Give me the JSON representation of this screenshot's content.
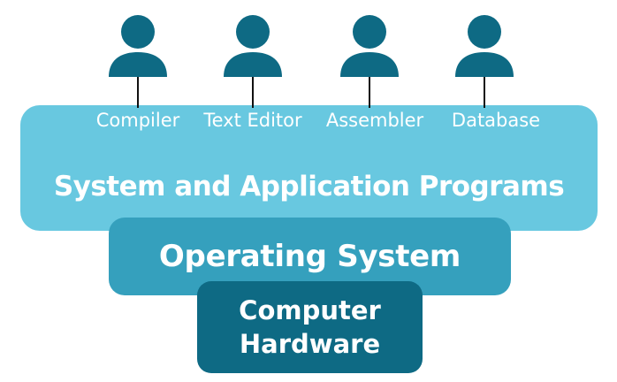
{
  "users": [
    {
      "label": "Compiler"
    },
    {
      "label": "Text Editor"
    },
    {
      "label": "Assembler"
    },
    {
      "label": "Database"
    }
  ],
  "layers": {
    "programs": "System and Application Programs",
    "os": "Operating System",
    "hardware_line1": "Computer",
    "hardware_line2": "Hardware"
  },
  "colors": {
    "user_icon": "#0e6a84",
    "programs_layer": "#68c8e0",
    "os_layer": "#35a0bd",
    "hardware_layer": "#0e6a84",
    "text": "#ffffff"
  }
}
